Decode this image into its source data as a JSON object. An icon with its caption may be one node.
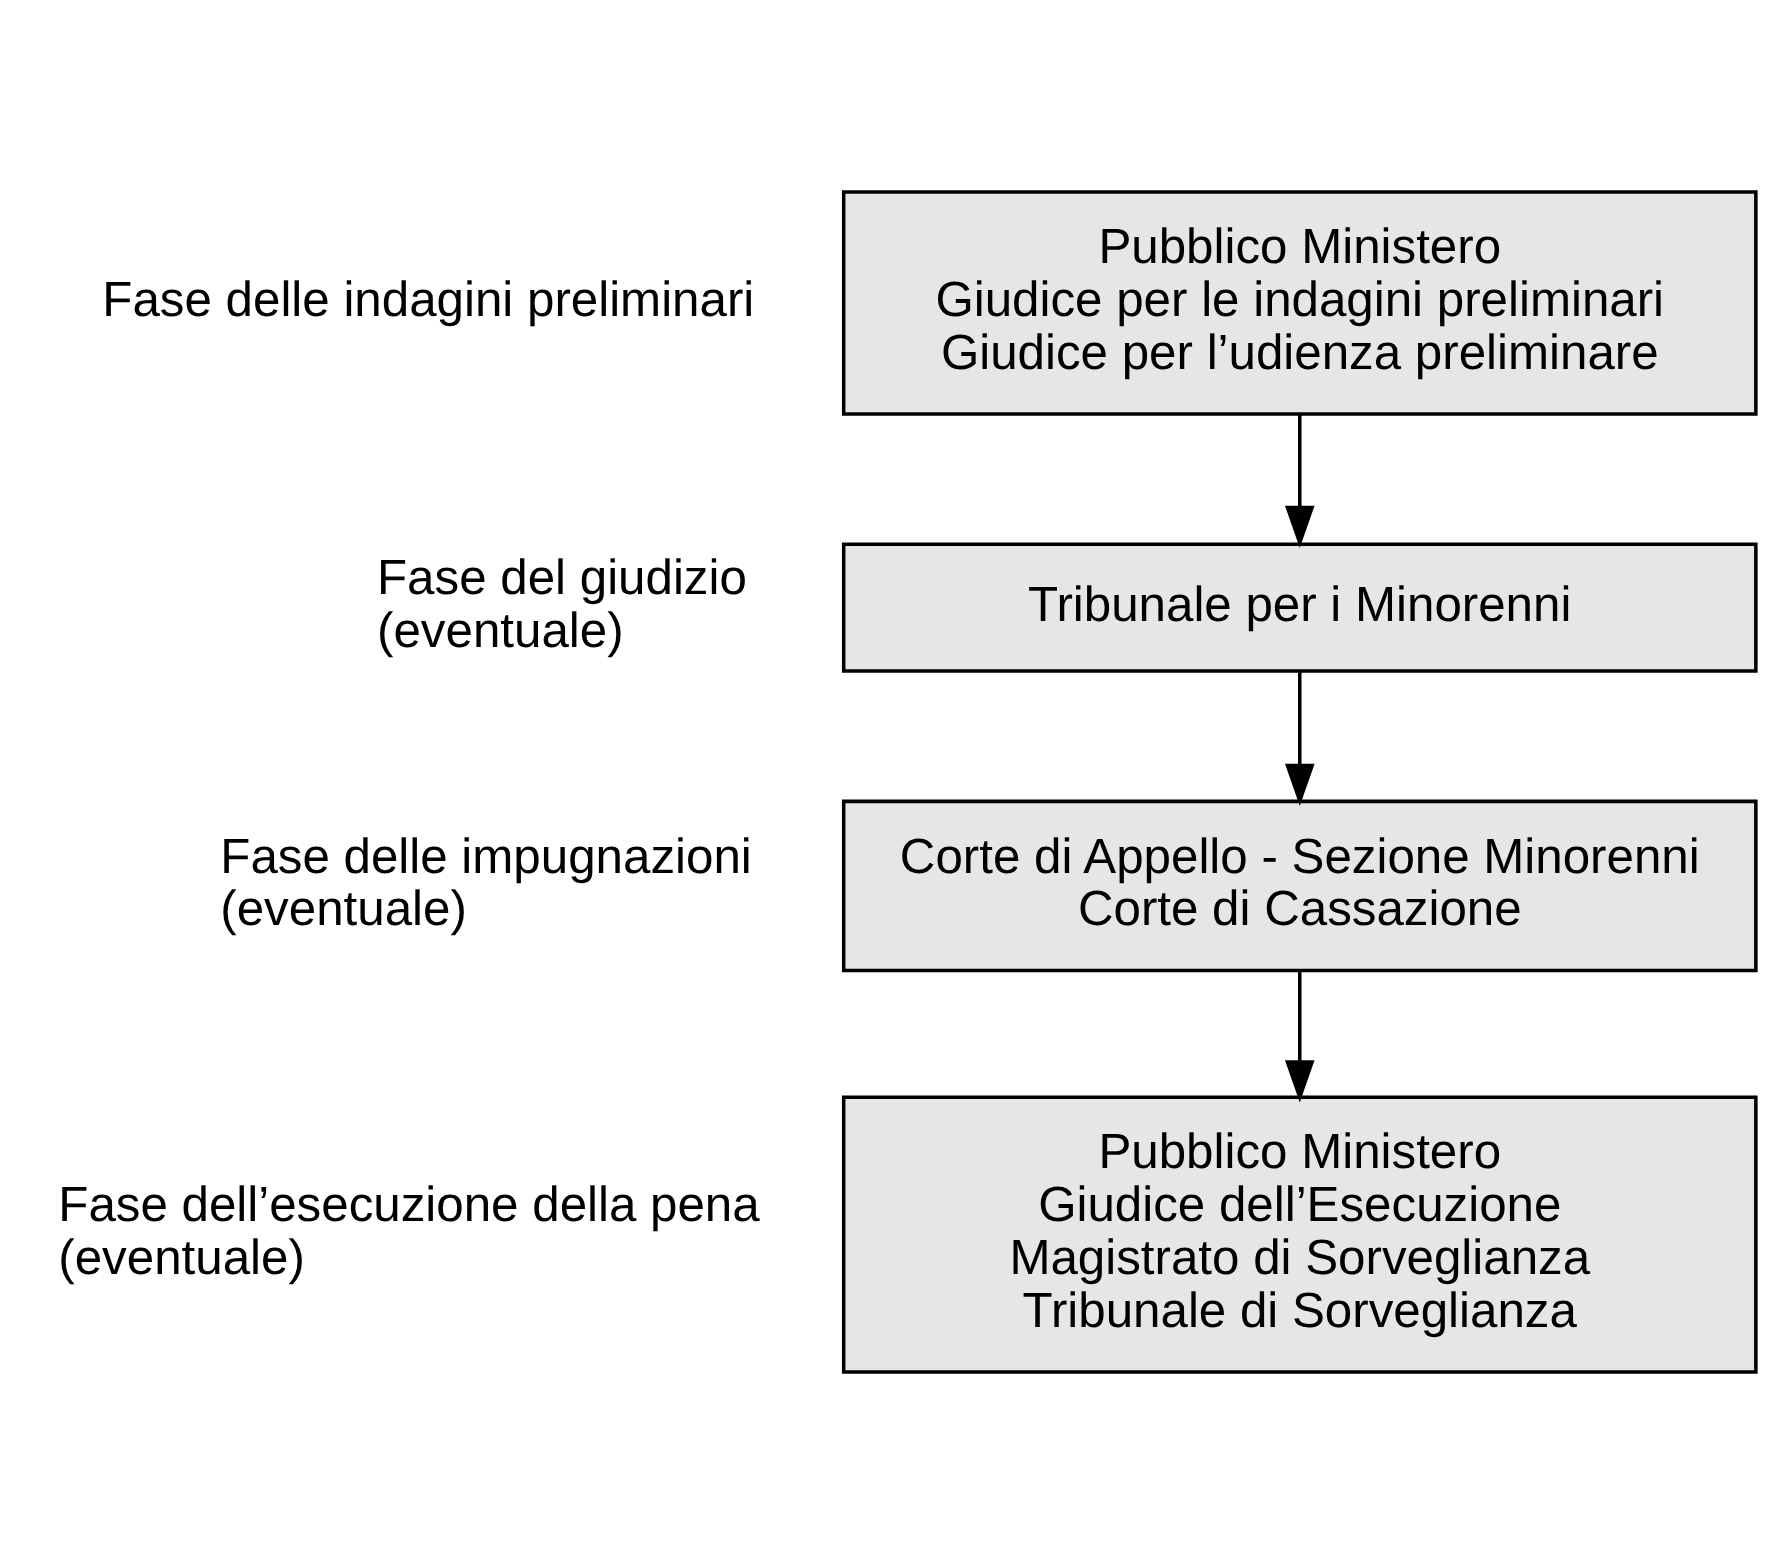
{
  "diagram": {
    "nodes": [
      {
        "text": [
          "Pubblico Ministero",
          "Giudice per le indagini preliminari",
          "Giudice per l’udienza preliminare"
        ],
        "beside": [
          "Fase delle indagini preliminari"
        ]
      },
      {
        "text": [
          "Tribunale per i Minorenni"
        ],
        "beside": [
          "Fase del giudizio (eventuale)"
        ]
      },
      {
        "text": [
          "Corte di Appello - Sezione Minorenni",
          "Corte di Cassazione"
        ],
        "beside": [
          "Fase delle impugnazioni (eventuale)"
        ]
      },
      {
        "text": [
          "Pubblico Ministero",
          "Giudice dell’Esecuzione",
          "Magistrato di Sorveglianza",
          "Tribunale di Sorveglianza"
        ],
        "beside": [
          "Fase dell’esecuzione della pena (eventuale)"
        ]
      }
    ],
    "edges": [
      {
        "from": 0,
        "to": 1,
        "arrow": "to"
      },
      {
        "from": 1,
        "to": 2,
        "arrow": "to"
      },
      {
        "from": 2,
        "to": 3,
        "arrow": "to"
      }
    ]
  }
}
